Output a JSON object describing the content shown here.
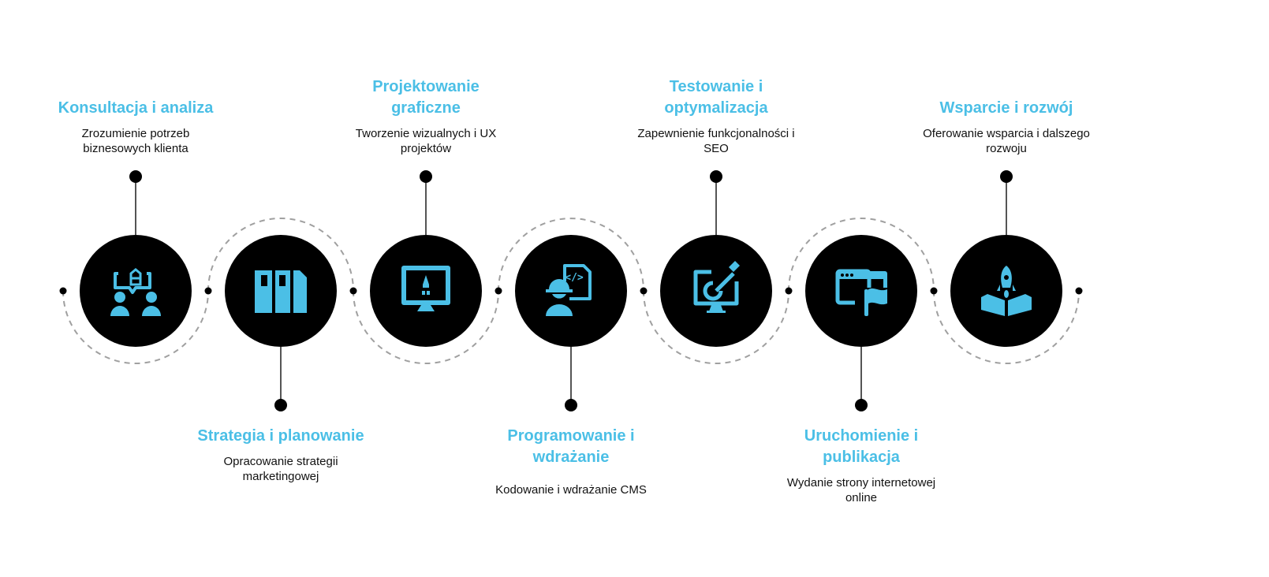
{
  "colors": {
    "accent": "#4bbfe6",
    "circle": "#000000",
    "dashed": "#a0a0a0",
    "connector": "#555555"
  },
  "steps": [
    {
      "title": "Konsultacja i analiza",
      "description": "Zrozumienie potrzeb biznesowych klienta",
      "icon": "consultation-icon",
      "position": "top"
    },
    {
      "title": "Strategia i planowanie",
      "description": "Opracowanie strategii marketingowej",
      "icon": "strategy-bars-icon",
      "position": "bottom"
    },
    {
      "title": "Projektowanie graficzne",
      "description": "Tworzenie wizualnych i UX projektów",
      "icon": "monitor-rocket-icon",
      "position": "top"
    },
    {
      "title": "Programowanie i wdrażanie",
      "description": "Kodowanie i wdrażanie CMS",
      "icon": "developer-code-icon",
      "position": "bottom"
    },
    {
      "title": "Testowanie i optymalizacja",
      "description": "Zapewnienie funkcjonalności i SEO",
      "icon": "monitor-target-icon",
      "position": "top"
    },
    {
      "title": "Uruchomienie i publikacja",
      "description": "Wydanie strony internetowej online",
      "icon": "browser-flag-icon",
      "position": "bottom"
    },
    {
      "title": "Wsparcie i rozwój",
      "description": "Oferowanie wsparcia i dalszego rozwoju",
      "icon": "rocket-launch-icon",
      "position": "top"
    }
  ]
}
